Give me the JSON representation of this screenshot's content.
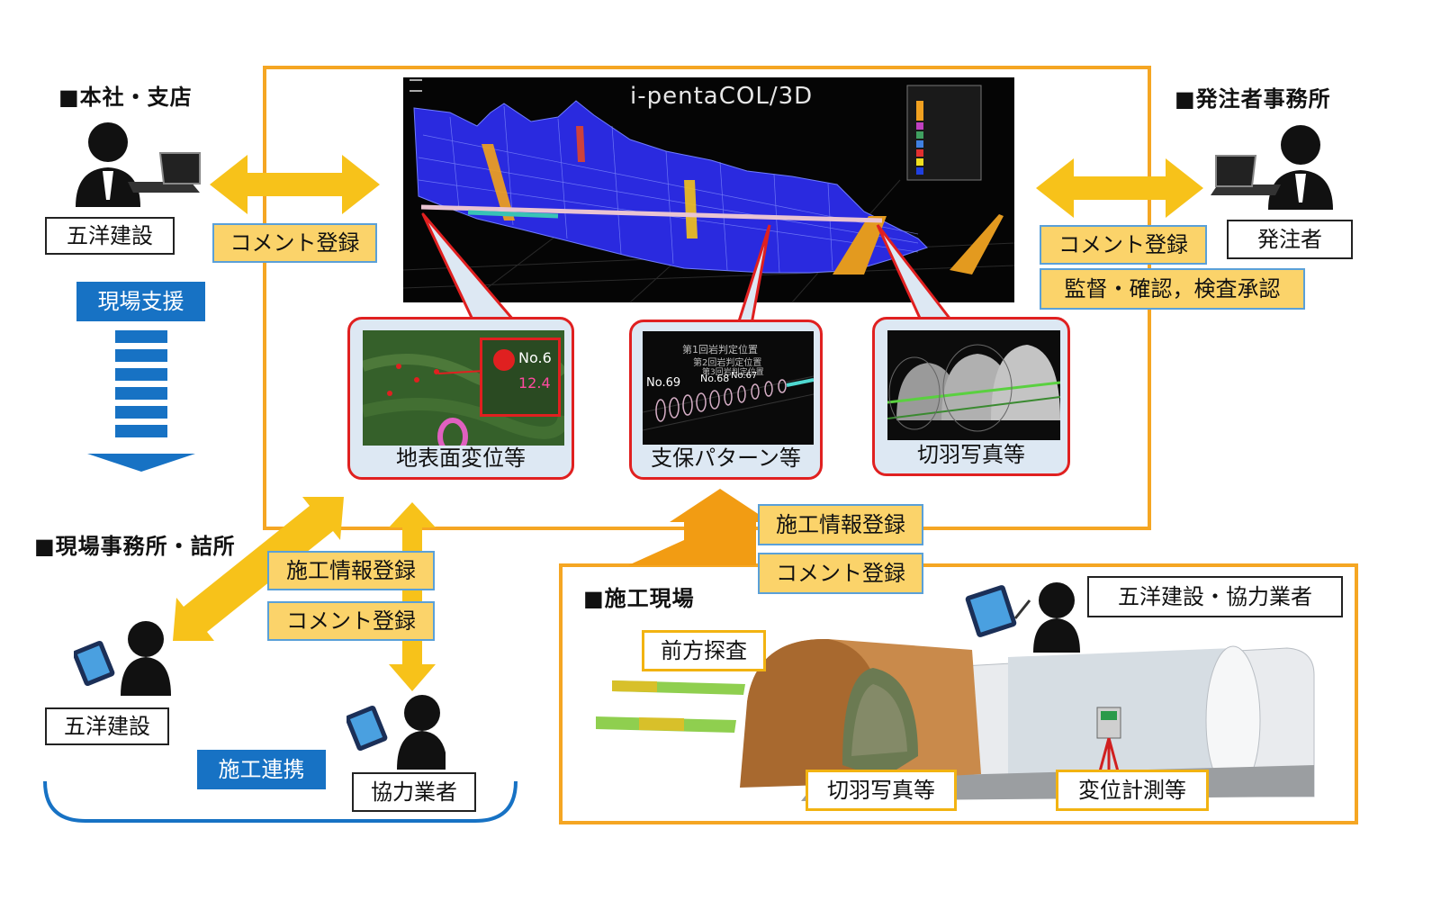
{
  "headings": {
    "head_office": "■本社・支店",
    "client_office": "■発注者事務所",
    "site_office": "■現場事務所・詰所",
    "construction_site": "■施工現場"
  },
  "software_title": "i-pentaCOL/3D",
  "boxes": {
    "goyo_top": "五洋建設",
    "client": "発注者",
    "goyo_bottom": "五洋建設",
    "partner": "協力業者",
    "goyo_partner": "五洋建設・協力業者"
  },
  "labels": {
    "comment_left": "コメント登録",
    "comment_right": "コメント登録",
    "supervise": "監督・確認，検査承認",
    "site_support": "現場支援",
    "construction_info_left": "施工情報登録",
    "comment_site_left": "コメント登録",
    "construction_info_center": "施工情報登録",
    "comment_center": "コメント登録",
    "collaboration": "施工連携"
  },
  "callouts": {
    "surface": "地表面変位等",
    "support": "支保パターン等",
    "face": "切羽写真等"
  },
  "thumb_texts": {
    "no6": "No.6",
    "val": "12.4",
    "no69": "No.69",
    "no68": "No.68",
    "no67": "No.67",
    "first": "第1回岩判定位置",
    "second": "第2回岩判定位置",
    "third": "第3回岩判定位置"
  },
  "site_labels": {
    "forward": "前方探査",
    "face_photo": "切羽写真等",
    "displacement": "変位計測等"
  },
  "colors": {
    "frame_orange": "#f5a623",
    "arrow_yellow": "#f7c21a",
    "blue": "#1772c4",
    "red": "#e02020"
  }
}
